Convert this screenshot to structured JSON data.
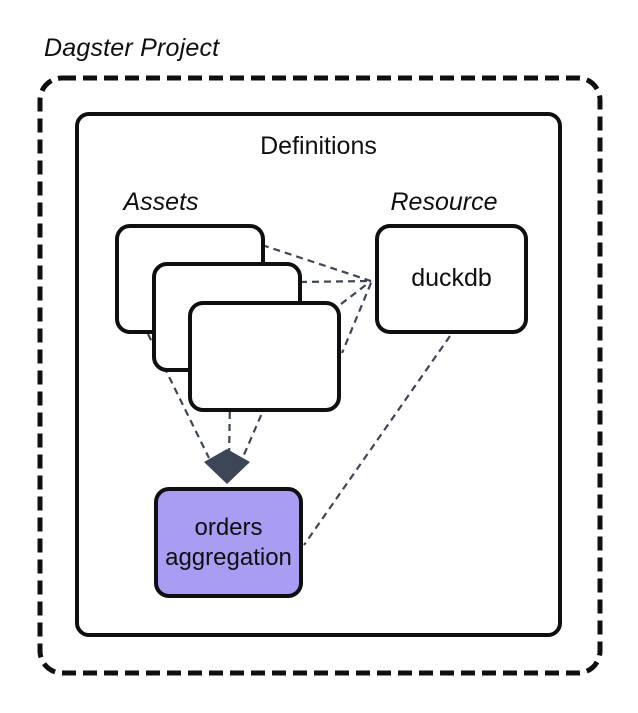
{
  "title": "Dagster Project",
  "labels": {
    "definitions": "Definitions",
    "assets": "Assets",
    "resource": "Resource"
  },
  "nodes": {
    "duckdb": "duckdb",
    "orders_aggregation": "orders aggregation"
  },
  "edges": [
    {
      "from": "asset-card-back",
      "to": "duckdb",
      "style": "dashed"
    },
    {
      "from": "asset-card-middle",
      "to": "duckdb",
      "style": "dashed"
    },
    {
      "from": "asset-card-front",
      "to": "duckdb",
      "style": "dashed"
    },
    {
      "from": "asset-card-back",
      "to": "orders_aggregation",
      "style": "dashed-arrow"
    },
    {
      "from": "asset-card-middle",
      "to": "orders_aggregation",
      "style": "dashed-arrow"
    },
    {
      "from": "asset-card-front",
      "to": "orders_aggregation",
      "style": "dashed-arrow"
    },
    {
      "from": "orders_aggregation",
      "to": "duckdb",
      "style": "dashed"
    }
  ],
  "colors": {
    "border": "#0f0f0f",
    "connector": "#3d4656",
    "arrowhead": "#3d4656",
    "asset_highlight": "#a89df2",
    "background": "#ffffff"
  }
}
